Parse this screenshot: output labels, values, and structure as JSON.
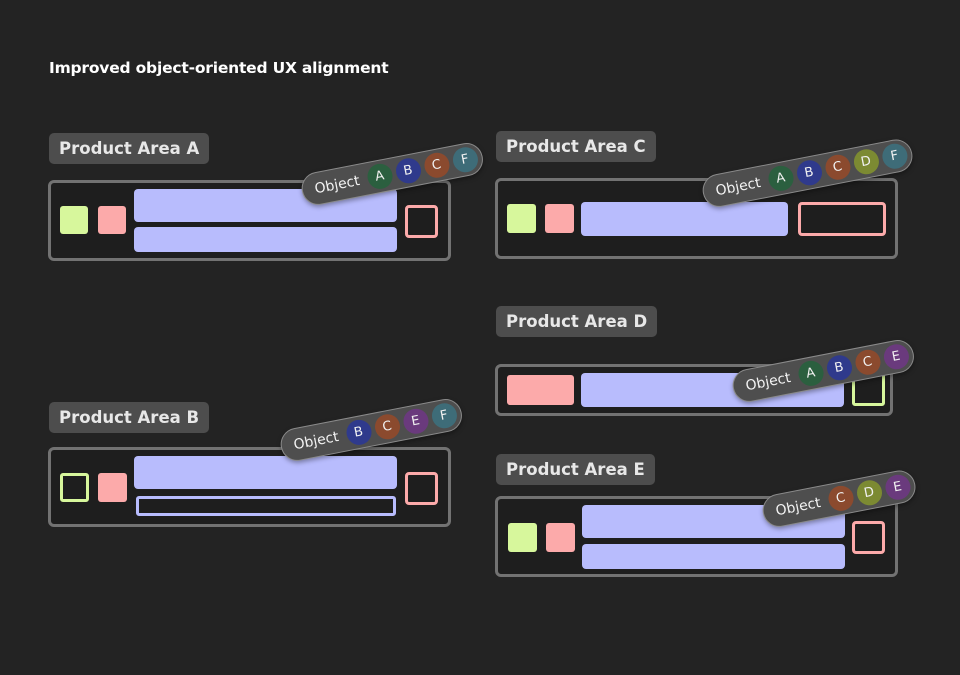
{
  "title": "Improved object-oriented UX alignment",
  "object_label": "Object",
  "colors": {
    "A": "#2b5f3f",
    "B": "#2f3a8c",
    "C": "#8b4a2e",
    "D": "#7c8a32",
    "E": "#6a3a7d",
    "F": "#3e6c78"
  },
  "areas": {
    "a": {
      "label": "Product Area A",
      "objects": [
        "A",
        "B",
        "C",
        "F"
      ]
    },
    "b": {
      "label": "Product Area B",
      "objects": [
        "B",
        "C",
        "E",
        "F"
      ]
    },
    "c": {
      "label": "Product Area C",
      "objects": [
        "A",
        "B",
        "C",
        "D",
        "F"
      ]
    },
    "d": {
      "label": "Product Area D",
      "objects": [
        "A",
        "B",
        "C",
        "E"
      ]
    },
    "e": {
      "label": "Product Area E",
      "objects": [
        "C",
        "D",
        "E"
      ]
    }
  }
}
